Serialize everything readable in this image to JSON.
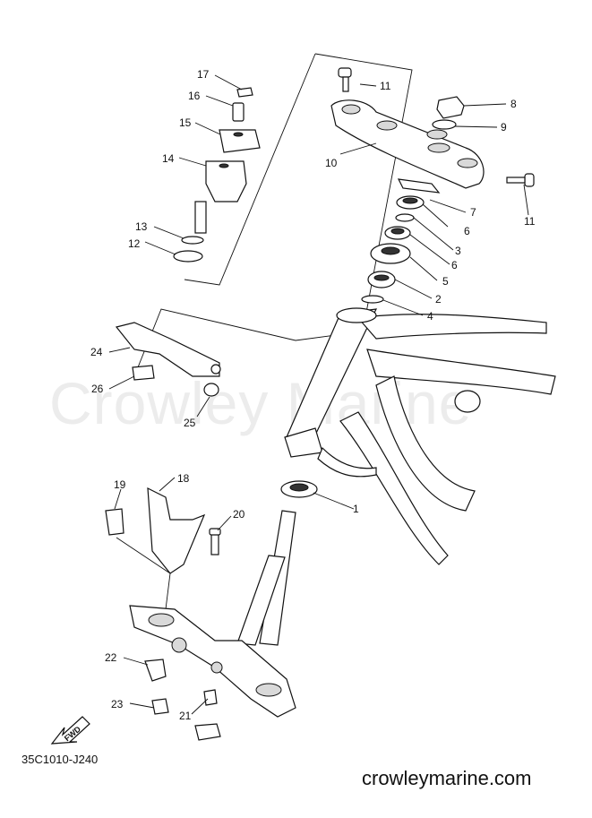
{
  "watermark": "Crowley Marine",
  "diagram_code": "35C1010-J240",
  "site_url": "crowleymarine.com",
  "fwd_badge": "FWD",
  "callouts": {
    "c1": "1",
    "c2": "2",
    "c3": "3",
    "c4": "4",
    "c5": "5",
    "c6a": "6",
    "c6b": "6",
    "c7": "7",
    "c8": "8",
    "c9": "9",
    "c10": "10",
    "c11a": "11",
    "c11b": "11",
    "c12": "12",
    "c13": "13",
    "c14": "14",
    "c15": "15",
    "c16": "16",
    "c17": "17",
    "c18": "18",
    "c19": "19",
    "c20": "20",
    "c21": "21",
    "c22": "22",
    "c23": "23",
    "c24": "24",
    "c25": "25",
    "c26": "26"
  }
}
